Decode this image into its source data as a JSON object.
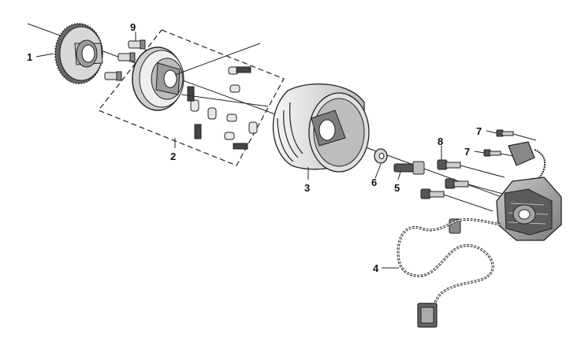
{
  "callouts": {
    "c1": "1",
    "c2": "2",
    "c3": "3",
    "c4": "4",
    "c5": "5",
    "c6": "6",
    "c7a": "7",
    "c7b": "7",
    "c8": "8",
    "c9": "9"
  },
  "colors": {
    "line": "#222222",
    "dark": "#555555",
    "light": "#e8e8e8",
    "mid": "#bdbdbd"
  }
}
